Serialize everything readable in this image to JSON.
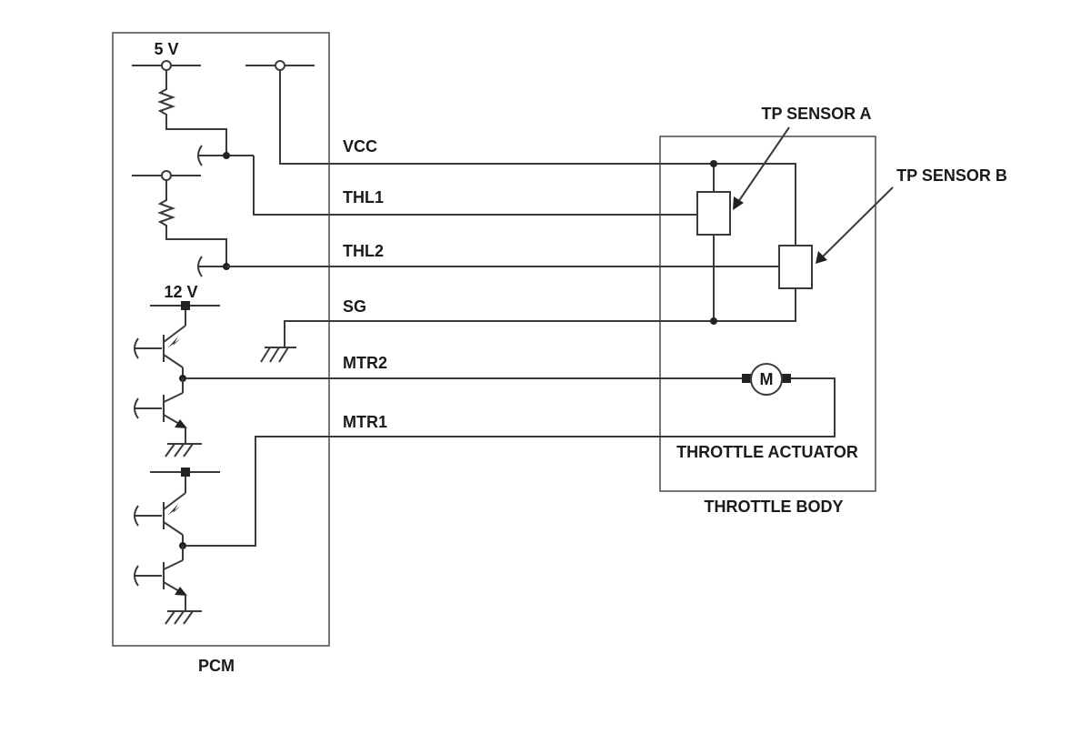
{
  "labels": {
    "pcm": "PCM",
    "throttle_body": "THROTTLE BODY",
    "throttle_actuator": "THROTTLE ACTUATOR",
    "tp_sensor_a": "TP SENSOR A",
    "tp_sensor_b": "TP SENSOR B",
    "supply_5v": "5 V",
    "supply_12v": "12 V",
    "motor_symbol": "M"
  },
  "wires": {
    "vcc": "VCC",
    "thl1": "THL1",
    "thl2": "THL2",
    "sg": "SG",
    "mtr2": "MTR2",
    "mtr1": "MTR1"
  }
}
